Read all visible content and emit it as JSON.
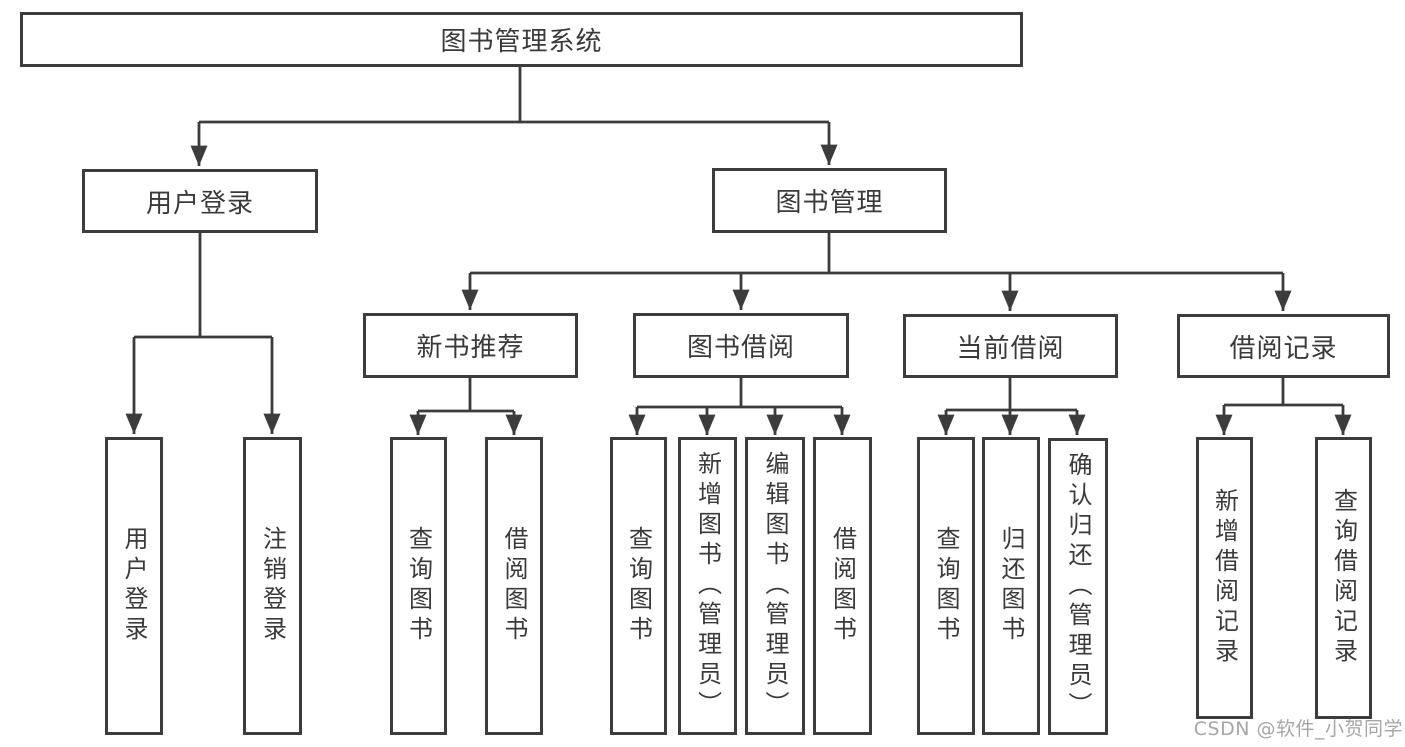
{
  "diagram": {
    "root": {
      "label": "图书管理系统"
    },
    "modules": [
      {
        "label": "用户登录",
        "functions": [
          {
            "label": "用户登录"
          },
          {
            "label": "注销登录"
          }
        ]
      },
      {
        "label": "图书管理",
        "submodules": [
          {
            "label": "新书推荐",
            "functions": [
              {
                "label": "查询图书"
              },
              {
                "label": "借阅图书"
              }
            ]
          },
          {
            "label": "图书借阅",
            "functions": [
              {
                "label": "查询图书"
              },
              {
                "label": "新增图书（管理员）"
              },
              {
                "label": "编辑图书（管理员）"
              },
              {
                "label": "借阅图书"
              }
            ]
          },
          {
            "label": "当前借阅",
            "functions": [
              {
                "label": "查询图书"
              },
              {
                "label": "归还图书"
              },
              {
                "label": "确认归还（管理员）"
              }
            ]
          },
          {
            "label": "借阅记录",
            "functions": [
              {
                "label": "新增借阅记录"
              },
              {
                "label": "查询借阅记录"
              }
            ]
          }
        ]
      }
    ],
    "watermark": "CSDN @软件_小贺同学",
    "colors": {
      "stroke": "#3c3c3c",
      "text": "#3a3a3a",
      "watermark": "#a6a6a6",
      "background": "#ffffff"
    }
  }
}
